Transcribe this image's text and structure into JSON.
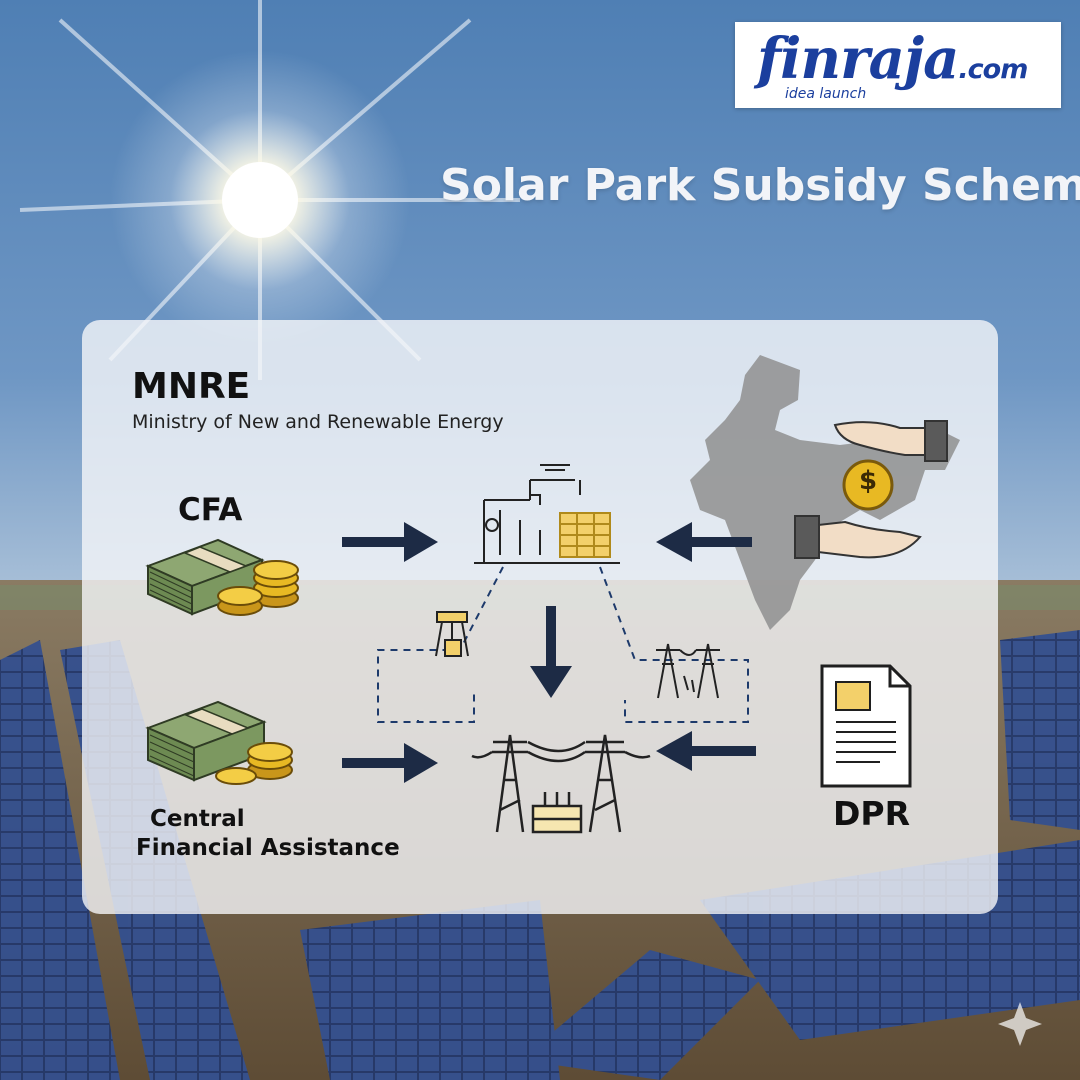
{
  "logo": {
    "brand": "finraja",
    "tld": ".com",
    "tagline": "idea launch"
  },
  "title": "Solar Park Subsidy Scheme",
  "mnre": {
    "acronym": "MNRE",
    "full_name": "Ministry of New and Renewable Energy"
  },
  "cfa": {
    "label": "CFA",
    "full_line1": "Central",
    "full_line2": "Financial Assistance"
  },
  "dpr": {
    "label": "DPR"
  },
  "icons": {
    "money": "cash-stack-icon",
    "coin": "dollar-coin-icon",
    "hands": "giving-hands-icon",
    "map": "india-map-icon",
    "solar_facility": "solar-facility-icon",
    "tower": "transmission-tower-icon",
    "document": "document-icon"
  },
  "colors": {
    "arrow": "#1d2b45",
    "coin": "#e8b923",
    "sky": "#3d6a9e",
    "panel_bg": "#f5f6f9"
  }
}
